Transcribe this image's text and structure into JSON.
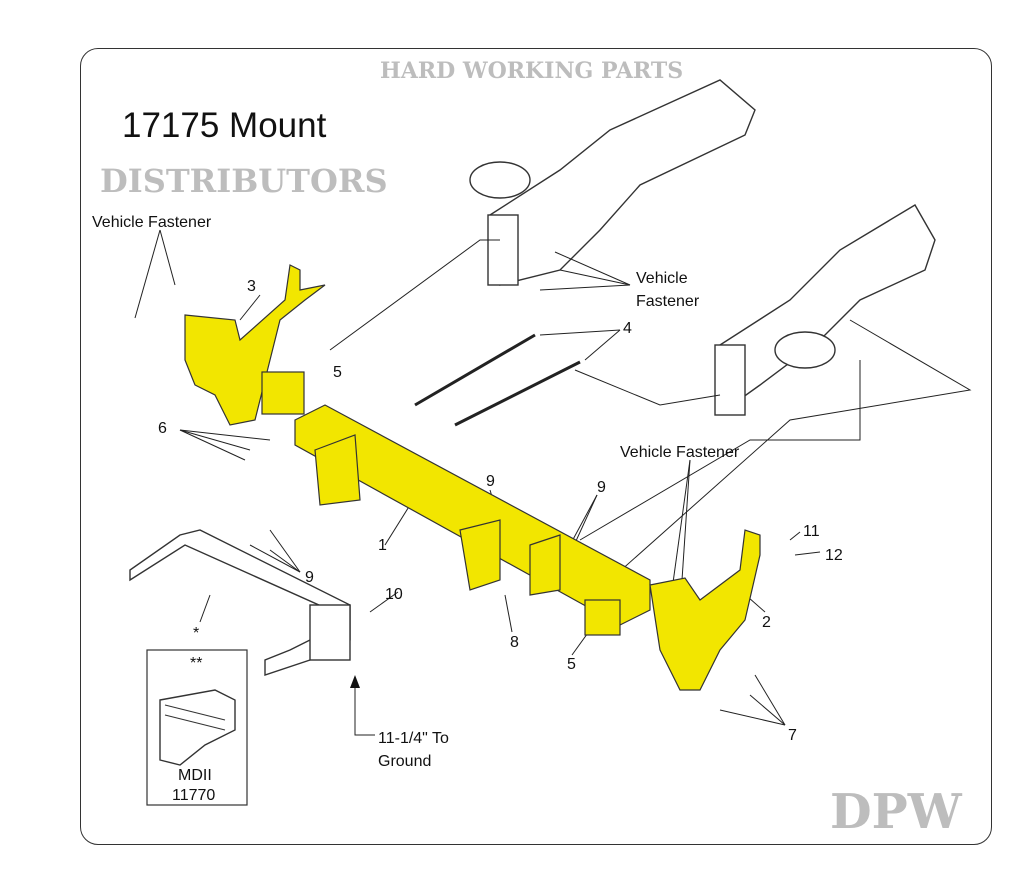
{
  "title": "17175 Mount",
  "watermark": {
    "top_arc": "HARD WORKING PARTS",
    "middle": "DPW",
    "bottom": "DISTRIBUTORS"
  },
  "labels": {
    "vehicle_fastener_left": "Vehicle Fastener",
    "vehicle_fastener_top_line1": "Vehicle",
    "vehicle_fastener_top_line2": "Fastener",
    "vehicle_fastener_right": "Vehicle Fastener",
    "ground_line1": "11-1/4\" To",
    "ground_line2": "Ground",
    "single_star": "*",
    "double_star": "**",
    "inset_model": "MDII",
    "inset_part": "11770"
  },
  "callouts": {
    "c1": "1",
    "c2": "2",
    "c3": "3",
    "c4": "4",
    "c5a": "5",
    "c5b": "5",
    "c6": "6",
    "c7": "7",
    "c8": "8",
    "c9a": "9",
    "c9b": "9",
    "c9c": "9",
    "c10": "10",
    "c11": "11",
    "c12": "12"
  },
  "colors": {
    "part": "#f2e600",
    "outline": "#333333"
  }
}
